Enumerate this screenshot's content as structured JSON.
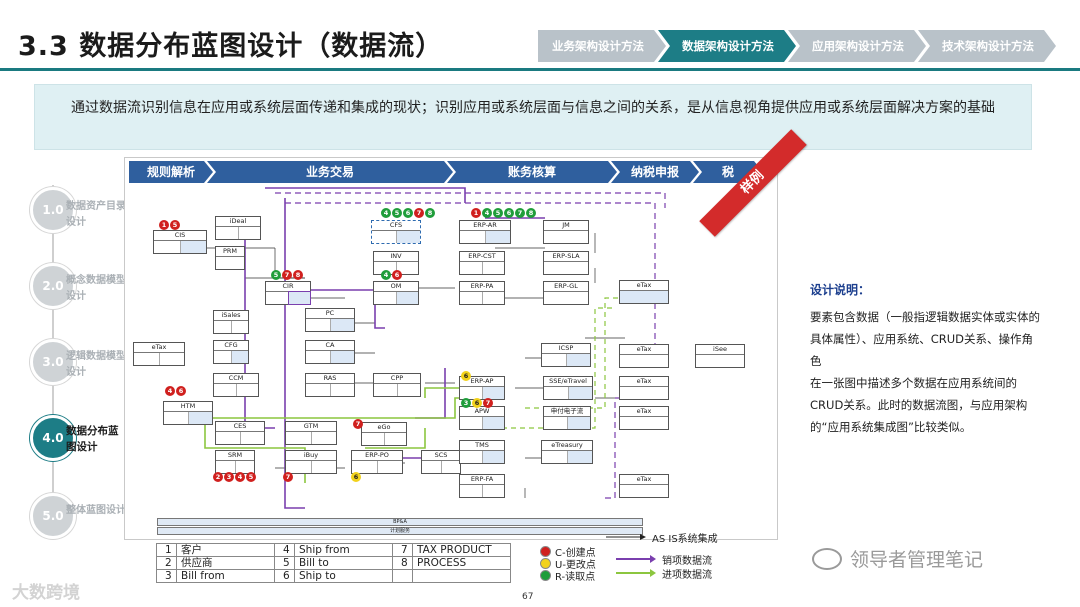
{
  "header": {
    "title": "3.3 数据分布蓝图设计（数据流）",
    "steps": [
      {
        "label": "业务架构设计方法",
        "active": false
      },
      {
        "label": "数据架构设计方法",
        "active": true
      },
      {
        "label": "应用架构设计方法",
        "active": false
      },
      {
        "label": "技术架构设计方法",
        "active": false
      }
    ]
  },
  "intro": "通过数据流识别信息在应用或系统层面传递和集成的现状；识别应用或系统层面与信息之间的关系，是从信息视角提供应用或系统层面解决方案的基础",
  "timeline": [
    {
      "num": "1.0",
      "label": "数据资产目录设计",
      "active": false
    },
    {
      "num": "2.0",
      "label": "概念数据模型设计",
      "active": false
    },
    {
      "num": "3.0",
      "label": "逻辑数据模型设计",
      "active": false
    },
    {
      "num": "4.0",
      "label": "数据分布蓝图设计",
      "active": true
    },
    {
      "num": "5.0",
      "label": "整体蓝图设计",
      "active": false
    }
  ],
  "diagram": {
    "phases": [
      "规则解析",
      "业务交易",
      "账务核算",
      "纳税申报",
      "税"
    ],
    "ribbon": "样例",
    "systems": {
      "cis": "CIS",
      "ideal": "iDeal",
      "prm": "PRM",
      "cir": "CIR",
      "pc": "PC",
      "isales": "iSales",
      "cfg": "CFG",
      "ca": "CA",
      "ccm": "CCM",
      "ras": "RAS",
      "cpp": "CPP",
      "etax_left": "eTax",
      "htm": "HTM",
      "ces": "CES",
      "gtm": "GTM",
      "ego": "eGo",
      "srm": "SRM",
      "ibuy": "iBuy",
      "erp_po": "ERP-PO",
      "scs": "SCS",
      "cfs": "CFS",
      "inv": "INV",
      "om": "OM",
      "erp_ar": "ERP-AR",
      "erp_cst": "ERP-CST",
      "erp_pa": "ERP-PA",
      "jm": "JM",
      "erp_sla": "ERP-SLA",
      "erp_gl": "ERP-GL",
      "icsp": "ICSP",
      "sse": "SSE/eTravel",
      "erp_ap": "ERP-AP",
      "apw": "APW",
      "einv": "申付电子流",
      "tms": "TMS",
      "etreasury": "eTreasury",
      "erp_fa": "ERP-FA",
      "etax1": "eTax",
      "etax2": "eTax",
      "etax3": "eTax",
      "etax4": "eTax",
      "etax5": "eTax",
      "isee": "iSee"
    },
    "bottom_bars": [
      "BP&A",
      "计划服务"
    ],
    "legend_table": [
      [
        "1",
        "客户",
        "4",
        "Ship from",
        "7",
        "TAX PRODUCT"
      ],
      [
        "2",
        "供应商",
        "5",
        "Bill to",
        "8",
        "PROCESS"
      ],
      [
        "3",
        "Bill from",
        "6",
        "Ship to",
        "",
        ""
      ]
    ],
    "legend": {
      "as_is": "AS IS系统集成",
      "c": "C-创建点",
      "u": "U-更改点",
      "r": "R-读取点",
      "sales": "销项数据流",
      "input": "进项数据流"
    },
    "colors": {
      "create": "#d0201e",
      "update": "#f2d21b",
      "read": "#1f9d3a",
      "sales_flow": "#7a3fae",
      "input_flow": "#8cc63f"
    }
  },
  "notes": {
    "title": "设计说明：",
    "p1": "要素包含数据（一般指逻辑数据实体或实体的具体属性）、应用系统、CRUD关系、操作角色",
    "p2": "在一张图中描述多个数据在应用系统间的CRUD关系。此时的数据流图，与应用架构的“应用系统集成图”比较类似。"
  },
  "page_number": "67",
  "watermark_left": "大数跨境",
  "watermark_right": "领导者管理笔记"
}
